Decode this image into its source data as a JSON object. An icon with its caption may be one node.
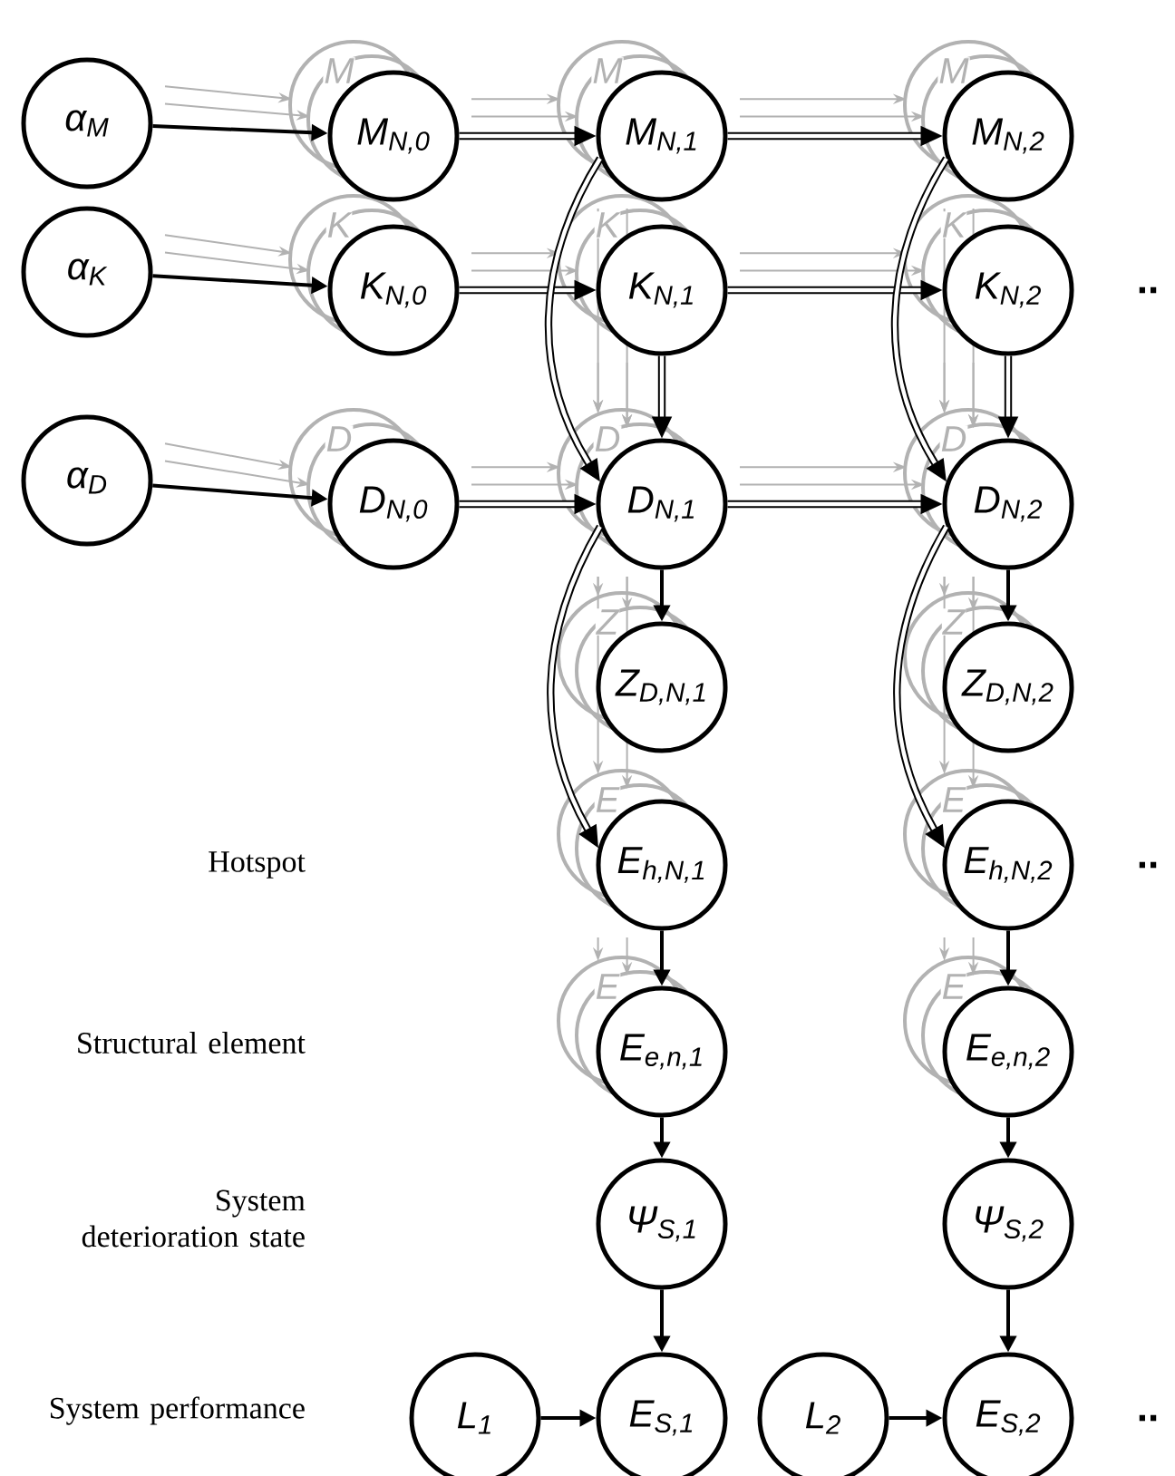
{
  "diagram": {
    "nodes": [
      {
        "text": [
          "α$_{M}$"
        ]
      },
      {
        "text": [
          "α$_{K}$"
        ]
      },
      {
        "text": [
          "α$_{D}$"
        ]
      },
      {
        "text": [
          "M$_{N,0}$"
        ]
      },
      {
        "text": [
          "K$_{N,0}$"
        ]
      },
      {
        "text": [
          "D$_{N,0}$"
        ]
      },
      {
        "text": [
          "M$_{N,1}$"
        ]
      },
      {
        "text": [
          "K$_{N,1}$"
        ]
      },
      {
        "text": [
          "D$_{N,1}$"
        ]
      },
      {
        "text": [
          "Z$_{D,N,1}$"
        ]
      },
      {
        "text": [
          "E$_{h,N,1}$"
        ]
      },
      {
        "text": [
          "E$_{e,n,1}$"
        ]
      },
      {
        "text": [
          "Ψ$_{S,1}$"
        ]
      },
      {
        "text": [
          "L$_{1}$"
        ]
      },
      {
        "text": [
          "E$_{S,1}$"
        ]
      },
      {
        "text": [
          "M$_{N,2}$"
        ]
      },
      {
        "text": [
          "K$_{N,2}$"
        ]
      },
      {
        "text": [
          "D$_{N,2}$"
        ]
      },
      {
        "text": [
          "Z$_{D,N,2}$"
        ]
      },
      {
        "text": [
          "E$_{h,N,2}$"
        ]
      },
      {
        "text": [
          "E$_{e,n,2}$"
        ]
      },
      {
        "text": [
          "Ψ$_{S,2}$"
        ]
      },
      {
        "text": [
          "L$_{2}$"
        ]
      },
      {
        "text": [
          "E$_{S,2}$"
        ]
      }
    ],
    "edges": [
      {
        "from": 0,
        "to": 3,
        "arrow": "to"
      },
      {
        "from": 1,
        "to": 4,
        "arrow": "to"
      },
      {
        "from": 2,
        "to": 5,
        "arrow": "to"
      },
      {
        "from": 3,
        "to": 6,
        "arrow": "to",
        "style": "thick"
      },
      {
        "from": 4,
        "to": 7,
        "arrow": "to",
        "style": "thick"
      },
      {
        "from": 5,
        "to": 8,
        "arrow": "to",
        "style": "thick"
      },
      {
        "from": 6,
        "to": 15,
        "arrow": "to",
        "style": "thick"
      },
      {
        "from": 7,
        "to": 16,
        "arrow": "to",
        "style": "thick"
      },
      {
        "from": 8,
        "to": 17,
        "arrow": "to",
        "style": "thick"
      },
      {
        "from": 6,
        "to": 8,
        "arrow": "to",
        "style": "thick"
      },
      {
        "from": 7,
        "to": 8,
        "arrow": "to",
        "style": "thick"
      },
      {
        "from": 15,
        "to": 17,
        "arrow": "to",
        "style": "thick"
      },
      {
        "from": 16,
        "to": 17,
        "arrow": "to",
        "style": "thick"
      },
      {
        "from": 8,
        "to": 10,
        "arrow": "to",
        "style": "thick"
      },
      {
        "from": 17,
        "to": 19,
        "arrow": "to",
        "style": "thick"
      },
      {
        "from": 8,
        "to": 9,
        "arrow": "to"
      },
      {
        "from": 17,
        "to": 18,
        "arrow": "to"
      },
      {
        "from": 10,
        "to": 11,
        "arrow": "to"
      },
      {
        "from": 19,
        "to": 20,
        "arrow": "to"
      },
      {
        "from": 11,
        "to": 12,
        "arrow": "to"
      },
      {
        "from": 20,
        "to": 21,
        "arrow": "to"
      },
      {
        "from": 12,
        "to": 14,
        "arrow": "to"
      },
      {
        "from": 21,
        "to": 23,
        "arrow": "to"
      },
      {
        "from": 13,
        "to": 14,
        "arrow": "to"
      },
      {
        "from": 22,
        "to": 23,
        "arrow": "to"
      }
    ],
    "labels": [
      "M",
      "M",
      "M",
      "K",
      "K",
      "K",
      "..",
      "D",
      "D",
      "D",
      "Z",
      "Z",
      "E",
      "E",
      "Hotspot",
      "..",
      "E",
      "E",
      "Structural element",
      "System deterioration state",
      "System performance",
      ".."
    ]
  }
}
